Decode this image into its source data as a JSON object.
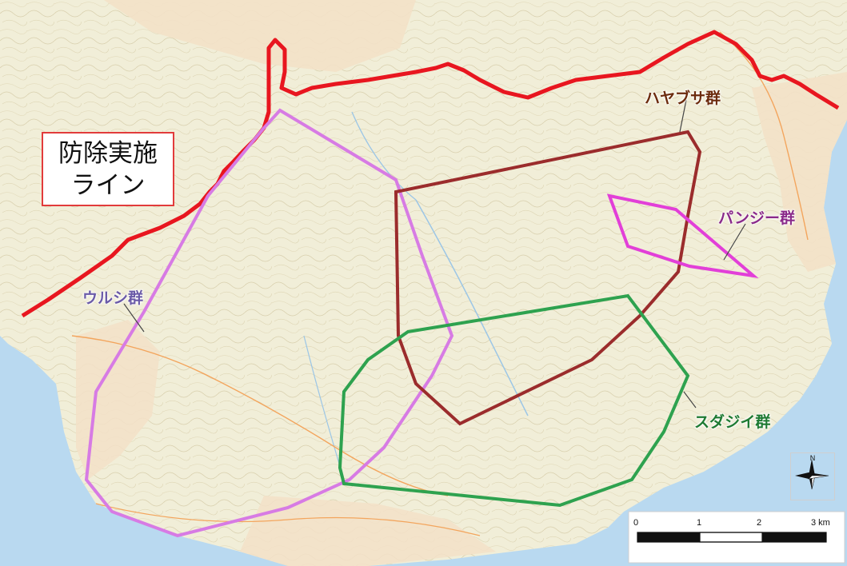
{
  "legend": {
    "line_label_line1": "防除実施",
    "line_label_line2": "ライン"
  },
  "groups": [
    {
      "name": "ハヤブサ群",
      "color": "#9b2c2c",
      "text_color": "#6b2a0c"
    },
    {
      "name": "パンジー群",
      "color": "#e23fd8",
      "text_color": "#8a2a8a"
    },
    {
      "name": "ウルシ群",
      "color": "#d77be4",
      "text_color": "#6a5aa8"
    },
    {
      "name": "スダジイ群",
      "color": "#2ea24f",
      "text_color": "#1e7a32"
    }
  ],
  "boundary_line": {
    "color": "#e8161f"
  },
  "scale_bar": {
    "ticks": [
      "0",
      "1",
      "2",
      "3 km"
    ]
  },
  "compass": {
    "north_label": "N"
  },
  "colors": {
    "sea": "#b9d9f0",
    "land": "#f1eed8",
    "urban": "#f3e1c8"
  }
}
